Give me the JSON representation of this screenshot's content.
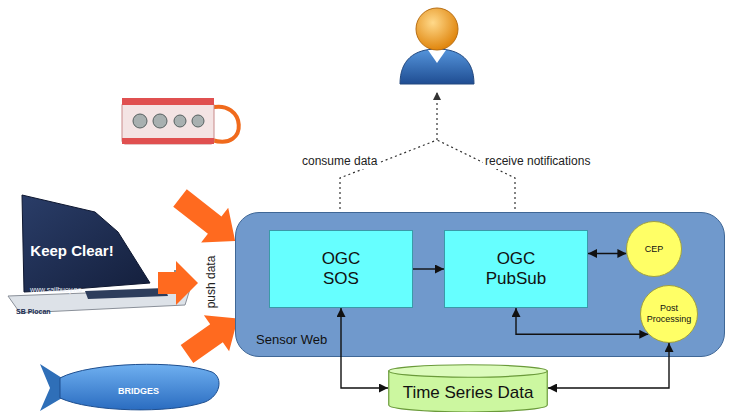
{
  "diagram": {
    "nodes": [
      {
        "text": [
          "Sensor Web"
        ]
      },
      {
        "text": [
          "OGC SOS"
        ],
        "in": 0
      },
      {
        "text": [
          "OGC PubSub"
        ],
        "in": 0
      },
      {
        "text": [
          "CEP"
        ],
        "in": 0
      },
      {
        "text": [
          "Post Processing"
        ],
        "in": 0
      },
      {
        "text": [
          "Time Series Data"
        ]
      }
    ],
    "edges": [
      {
        "from": 1,
        "to": 2,
        "arrow": "to"
      },
      {
        "from": 2,
        "to": 3,
        "arrow": "both"
      },
      {
        "from": 2,
        "to": 4,
        "arrow": "both"
      },
      {
        "from": 1,
        "to": 5,
        "arrow": "both"
      },
      {
        "from": 5,
        "to": 4,
        "arrow": "both"
      }
    ],
    "labels": [
      "consume data",
      "receive notifications",
      "push data",
      "Keep Clear!",
      "www.sailbuoy.no",
      "SB Plocan",
      "BRIDGES"
    ]
  }
}
